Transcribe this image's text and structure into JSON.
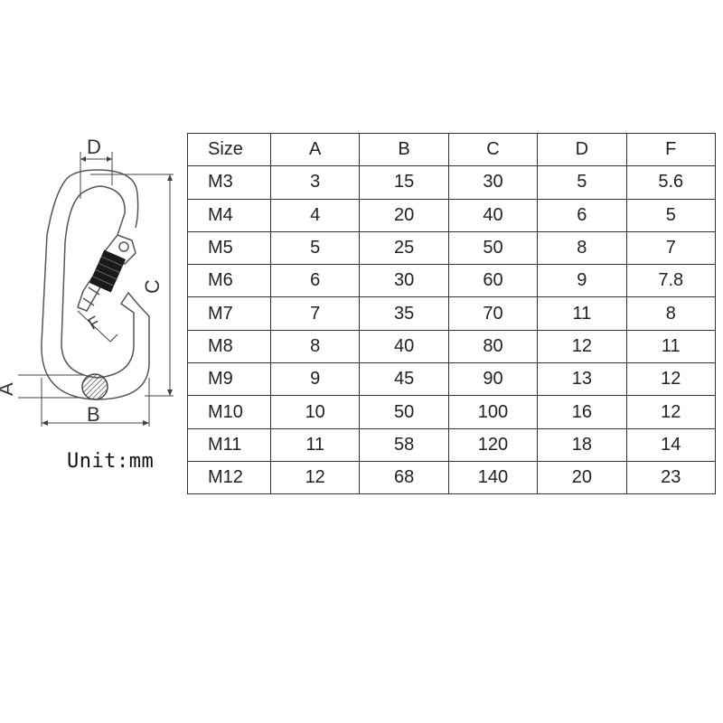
{
  "diagram": {
    "labels": {
      "a": "A",
      "b": "B",
      "c": "C",
      "d": "D",
      "f": "F"
    }
  },
  "unit_label": "Unit:mm",
  "table": {
    "headers": [
      "Size",
      "A",
      "B",
      "C",
      "D",
      "F"
    ],
    "rows": [
      [
        "M3",
        "3",
        "15",
        "30",
        "5",
        "5.6"
      ],
      [
        "M4",
        "4",
        "20",
        "40",
        "6",
        "5"
      ],
      [
        "M5",
        "5",
        "25",
        "50",
        "8",
        "7"
      ],
      [
        "M6",
        "6",
        "30",
        "60",
        "9",
        "7.8"
      ],
      [
        "M7",
        "7",
        "35",
        "70",
        "11",
        "8"
      ],
      [
        "M8",
        "8",
        "40",
        "80",
        "12",
        "11"
      ],
      [
        "M9",
        "9",
        "45",
        "90",
        "13",
        "12"
      ],
      [
        "M10",
        "10",
        "50",
        "100",
        "16",
        "12"
      ],
      [
        "M11",
        "11",
        "58",
        "120",
        "18",
        "14"
      ],
      [
        "M12",
        "12",
        "68",
        "140",
        "20",
        "23"
      ]
    ]
  }
}
